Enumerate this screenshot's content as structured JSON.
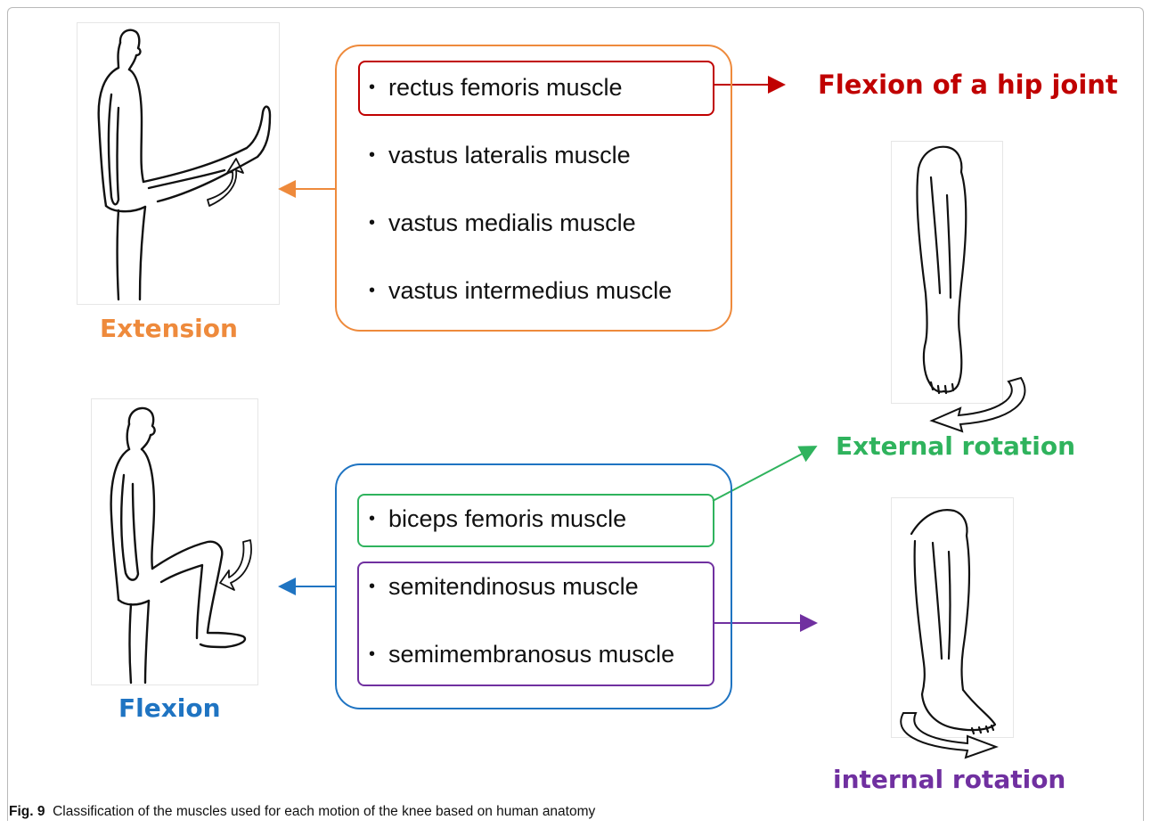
{
  "figure": {
    "caption_label": "Fig. 9",
    "caption_text": "Classification of the muscles used for each motion of the knee based on human anatomy"
  },
  "colors": {
    "orange": "#ee8a3c",
    "red": "#c00000",
    "blue": "#1f74c2",
    "green": "#2fb35d",
    "purple": "#7030a0"
  },
  "groups": {
    "quadriceps": {
      "items": [
        "rectus femoris muscle",
        "vastus lateralis muscle",
        "vastus medialis muscle",
        "vastus intermedius muscle"
      ]
    },
    "hamstrings": {
      "items": [
        "biceps femoris muscle",
        "semitendinosus muscle",
        "semimembranosus muscle"
      ]
    }
  },
  "bullet": "•",
  "labels": {
    "extension": "Extension",
    "flexion": "Flexion",
    "hip_flexion": "Flexion of a hip joint",
    "external_rotation": "External rotation",
    "internal_rotation": "internal rotation"
  },
  "illustrations": {
    "extension_figure": "person-leg-extension",
    "flexion_figure": "person-knee-flexion",
    "external_rotation_leg": "leg-external-rotation",
    "internal_rotation_leg": "leg-internal-rotation"
  }
}
